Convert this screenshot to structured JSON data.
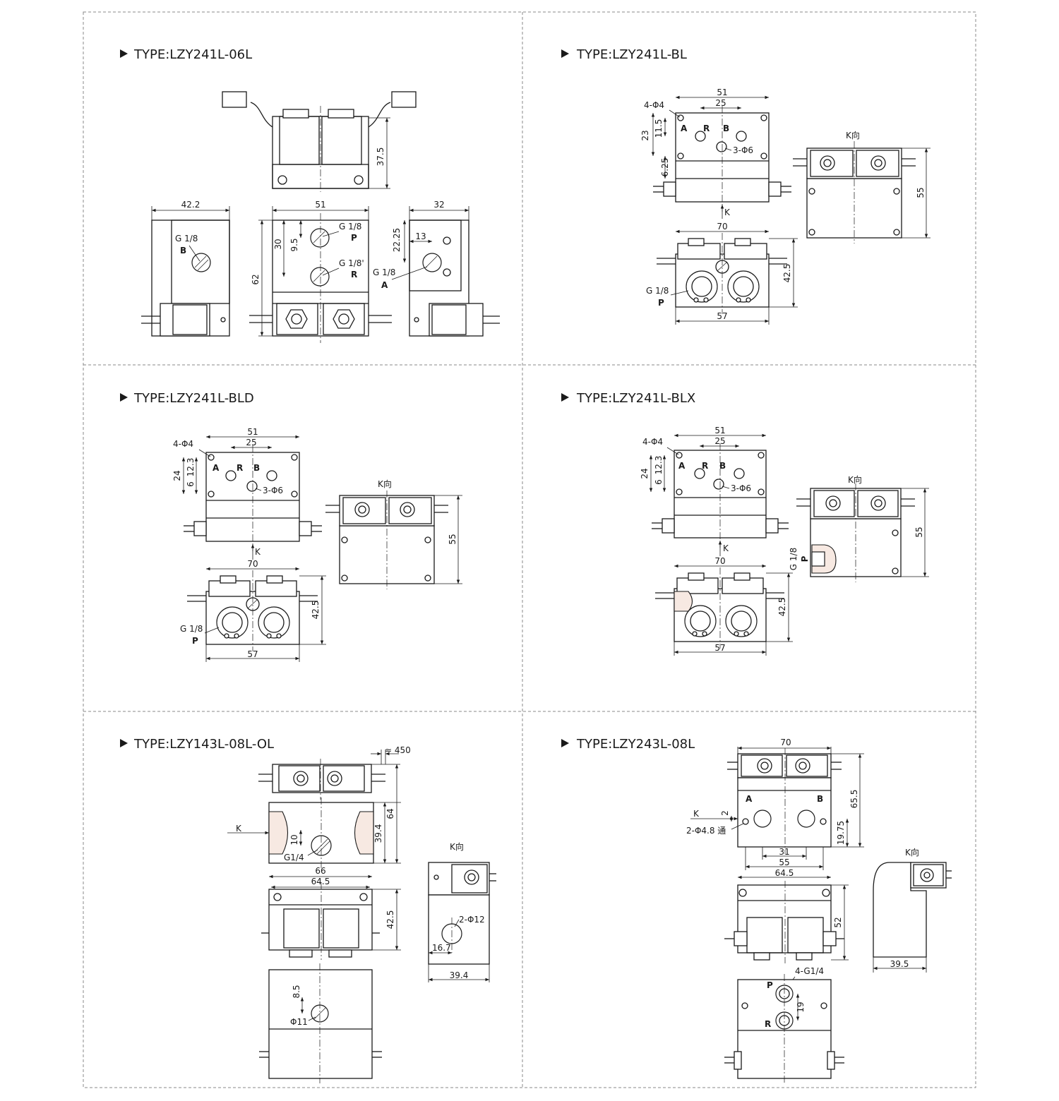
{
  "panels": [
    {
      "title": "TYPE:LZY241L-06L",
      "dims": {
        "top_h": "37.5",
        "side_w": "42.2",
        "front_w": "51",
        "right_w": "32",
        "front_h": "62",
        "d30": "30",
        "d95": "9.5",
        "d2225": "22.25",
        "d13": "13"
      },
      "ports": {
        "g18": "G 1/8",
        "g18b": "G 1/8'",
        "b": "B",
        "p": "P",
        "r": "R",
        "a": "A"
      }
    },
    {
      "title": "TYPE:LZY241L-BL",
      "dims": {
        "w51": "51",
        "w25": "25",
        "holes4": "4-Φ4",
        "h23": "23",
        "h115": "11.5",
        "holes3": "3-Φ6",
        "h625": "6.25",
        "k": "K",
        "w70": "70",
        "h425": "42.5",
        "w57": "57",
        "h55": "55"
      },
      "kview": "K向",
      "ports": {
        "a": "A",
        "r": "R",
        "b": "B",
        "g18": "G 1/8",
        "p": "P"
      }
    },
    {
      "title": "TYPE:LZY241L-BLD",
      "dims": {
        "w51": "51",
        "w25": "25",
        "holes4": "4-Φ4",
        "h24": "24",
        "h6": "6",
        "h123": "12.3",
        "holes3": "3-Φ6",
        "k": "K",
        "w70": "70",
        "h425": "42.5",
        "w57": "57",
        "h55": "55"
      },
      "kview": "K向",
      "ports": {
        "a": "A",
        "r": "R",
        "b": "B",
        "g18": "G 1/8",
        "p": "P"
      }
    },
    {
      "title": "TYPE:LZY241L-BLX",
      "dims": {
        "w51": "51",
        "w25": "25",
        "holes4": "4-Φ4",
        "h24": "24",
        "h6": "6",
        "h123": "12.3",
        "holes3": "3-Φ6",
        "k": "K",
        "w70": "70",
        "h425": "42.5",
        "w57": "57",
        "h55": "55"
      },
      "kview": "K向",
      "ports": {
        "a": "A",
        "r": "R",
        "b": "B",
        "g18": "G 1/8",
        "p": "P"
      }
    },
    {
      "title": "TYPE:LZY143L-08L-OL",
      "dims": {
        "cable": "≈ 450",
        "h64": "64",
        "h394": "39.4",
        "k": "K",
        "d10": "10",
        "g14": "G1/4",
        "w66": "66",
        "w645": "64.5",
        "h425": "42.5",
        "phi12": "2-Φ12",
        "d167": "16.7",
        "w394": "39.4",
        "d85": "8.5",
        "phi11": "Φ11"
      },
      "kview": "K向"
    },
    {
      "title": "TYPE:LZY243L-08L",
      "dims": {
        "w70": "70",
        "h655": "65.5",
        "k": "K",
        "d2": "2",
        "holes": "2-Φ4.8 通",
        "h1975": "19.75",
        "w31": "31",
        "w55": "55",
        "w645": "64.5",
        "h52": "52",
        "w395": "39.5",
        "g14": "4-G1/4",
        "d19": "19"
      },
      "kview": "K向",
      "ports": {
        "a": "A",
        "b": "B",
        "p": "P",
        "r": "R"
      }
    }
  ]
}
